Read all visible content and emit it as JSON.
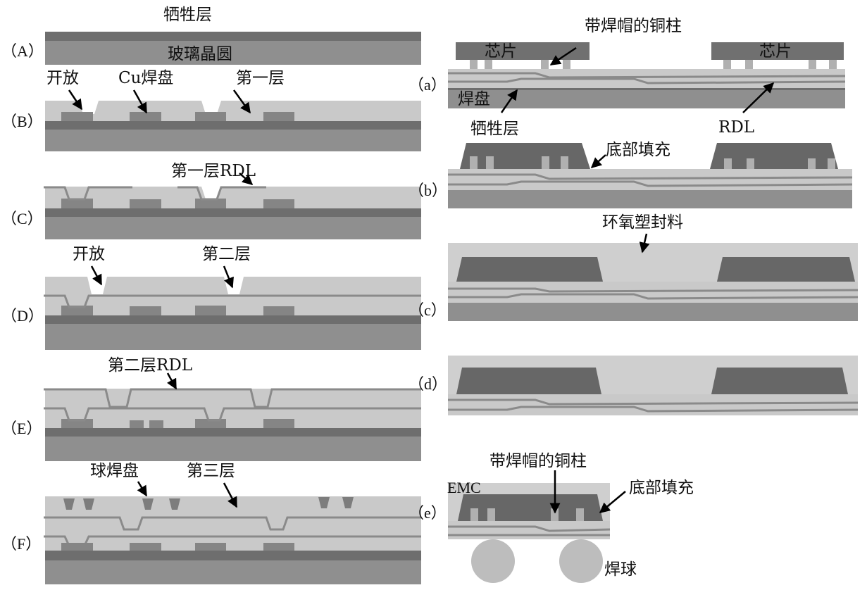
{
  "left_panels": {
    "A": {
      "tag": "（A）",
      "sacrificial_label": "牺牲层",
      "glass_label": "玻璃晶圆"
    },
    "B": {
      "tag": "（B）",
      "open_label": "开放",
      "cu_pad_label": "Cu焊盘",
      "layer1_label": "第一层"
    },
    "C": {
      "tag": "（C）",
      "rdl1_label": "第一层RDL"
    },
    "D": {
      "tag": "（D）",
      "open_label": "开放",
      "layer2_label": "第二层"
    },
    "E": {
      "tag": "（E）",
      "rdl2_label": "第二层RDL"
    },
    "F": {
      "tag": "（F）",
      "ball_pad_label": "球焊盘",
      "layer3_label": "第三层"
    }
  },
  "right_panels": {
    "a": {
      "tag": "（a）",
      "pillar_label": "带焊帽的铜柱",
      "chip_label_left": "芯片",
      "chip_label_right": "芯片",
      "pad_label": "焊盘",
      "sacrificial_label": "牺牲层",
      "rdl_label": "RDL"
    },
    "b": {
      "tag": "（b）",
      "underfill_label": "底部填充"
    },
    "c": {
      "tag": "（c）",
      "emc_label": "环氧塑封料"
    },
    "d": {
      "tag": "（d）"
    },
    "e": {
      "tag": "（e）",
      "pillar_label": "带焊帽的铜柱",
      "emc_label": "EMC",
      "underfill_label": "底部填充",
      "solder_ball_label": "焊球"
    }
  }
}
